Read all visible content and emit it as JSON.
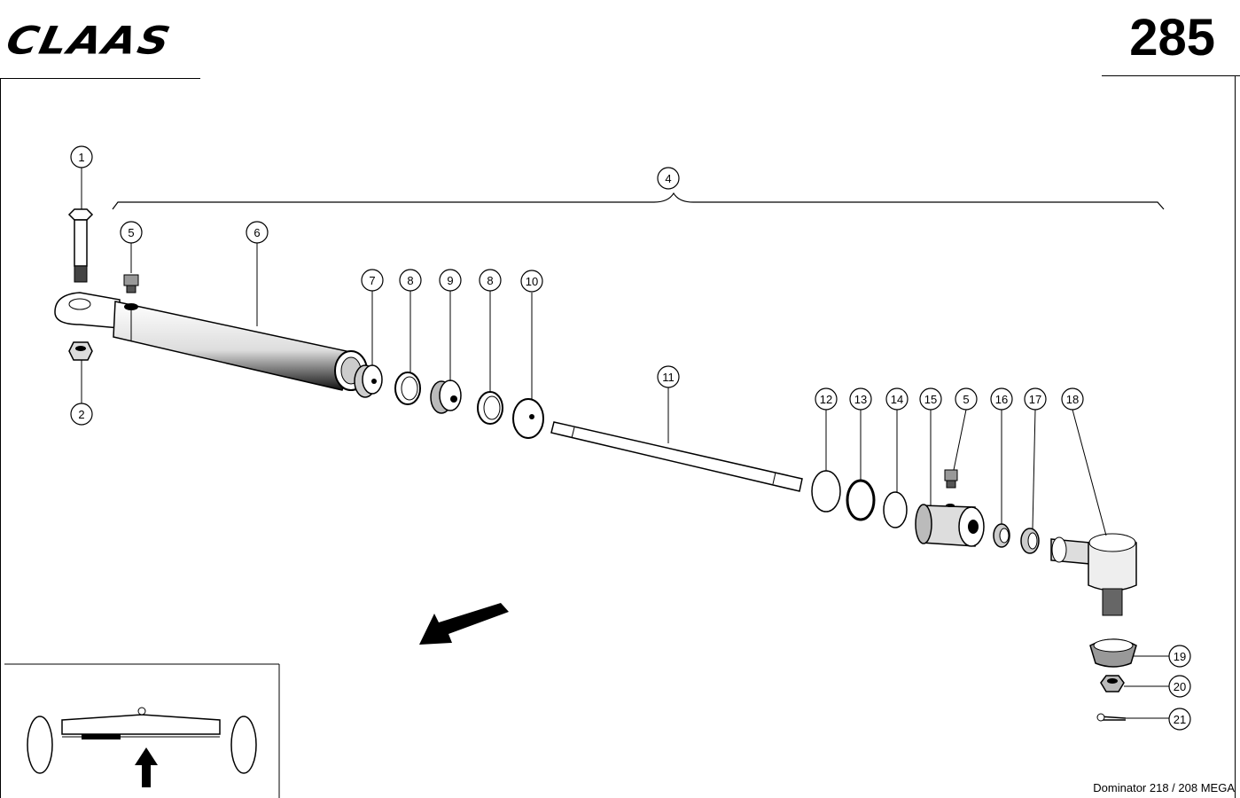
{
  "header": {
    "brand": "CLAAS",
    "page_number": "285"
  },
  "footer": {
    "model": "Dominator 218 / 208 MEGA"
  },
  "callouts": {
    "c1": "1",
    "c2": "2",
    "c4": "4",
    "c5a": "5",
    "c6": "6",
    "c7": "7",
    "c8a": "8",
    "c9": "9",
    "c8b": "8",
    "c10": "10",
    "c11": "11",
    "c12": "12",
    "c13": "13",
    "c14": "14",
    "c15": "15",
    "c5b": "5",
    "c16": "16",
    "c17": "17",
    "c18": "18",
    "c19": "19",
    "c20": "20",
    "c21": "21"
  }
}
